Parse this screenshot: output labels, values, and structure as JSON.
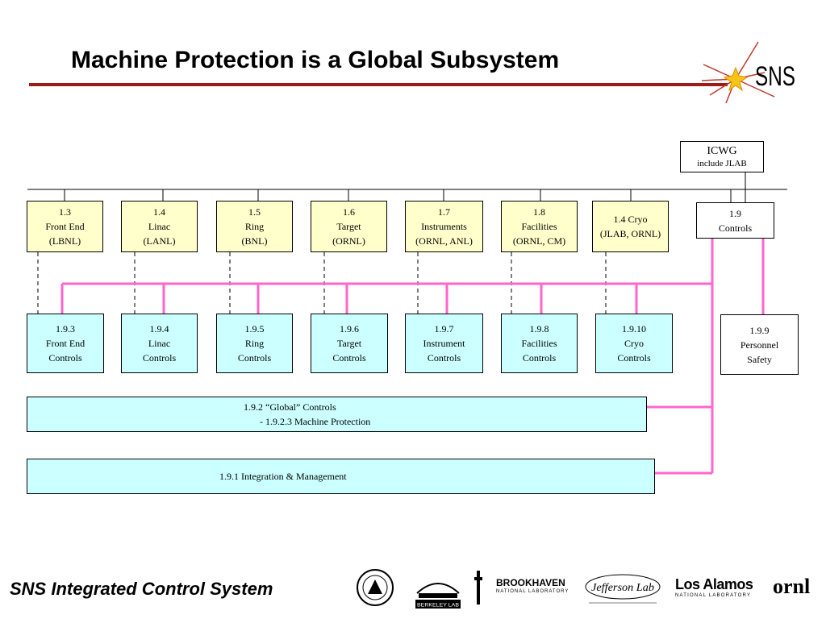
{
  "slide": {
    "title": "Machine Protection is a Global Subsystem",
    "footer": "SNS Integrated Control System"
  },
  "logo": {
    "text": "SNS"
  },
  "icwg": {
    "line1": "ICWG",
    "line2": "include JLAB"
  },
  "top_row": [
    {
      "lines": [
        "1.3",
        "Front End",
        "(LBNL)"
      ]
    },
    {
      "lines": [
        "1.4",
        "Linac",
        "(LANL)"
      ]
    },
    {
      "lines": [
        "1.5",
        "Ring",
        "(BNL)"
      ]
    },
    {
      "lines": [
        "1.6",
        "Target",
        "(ORNL)"
      ]
    },
    {
      "lines": [
        "1.7",
        "Instruments",
        "(ORNL, ANL)"
      ]
    },
    {
      "lines": [
        "1.8",
        "Facilities",
        "(ORNL, CM)"
      ]
    },
    {
      "lines": [
        "1.4 Cryo",
        "(JLAB, ORNL)"
      ]
    },
    {
      "lines": [
        "1.9",
        "Controls"
      ]
    }
  ],
  "controls_row": [
    {
      "lines": [
        "1.9.3",
        "Front End",
        "Controls"
      ]
    },
    {
      "lines": [
        "1.9.4",
        "Linac",
        "Controls"
      ]
    },
    {
      "lines": [
        "1.9.5",
        "Ring",
        "Controls"
      ]
    },
    {
      "lines": [
        "1.9.6",
        "Target",
        "Controls"
      ]
    },
    {
      "lines": [
        "1.9.7",
        "Instrument",
        "Controls"
      ]
    },
    {
      "lines": [
        "1.9.8",
        "Facilities",
        "Controls"
      ]
    },
    {
      "lines": [
        "1.9.10",
        "Cryo",
        "Controls"
      ]
    },
    {
      "lines": [
        "1.9.9",
        "Personnel",
        "Safety"
      ]
    }
  ],
  "global_controls": {
    "line1": "1.9.2 “Global” Controls",
    "line2": "-  1.9.2.3 Machine Protection"
  },
  "integration": {
    "line1": "1.9.1 Integration & Management"
  },
  "sponsors": [
    {
      "name": "BERKELEY LAB"
    },
    {
      "name": "BROOKHAVEN",
      "sub": "NATIONAL LABORATORY"
    },
    {
      "name": "Jefferson Lab"
    },
    {
      "name": "Los Alamos",
      "sub": "NATIONAL LABORATORY"
    },
    {
      "name": "ornl"
    }
  ],
  "colors": {
    "accent_rule": "#9b1c1c",
    "wire_pink": "#ff66cc",
    "box_yellow": "#ffffcc",
    "box_cyan": "#ccffff"
  }
}
